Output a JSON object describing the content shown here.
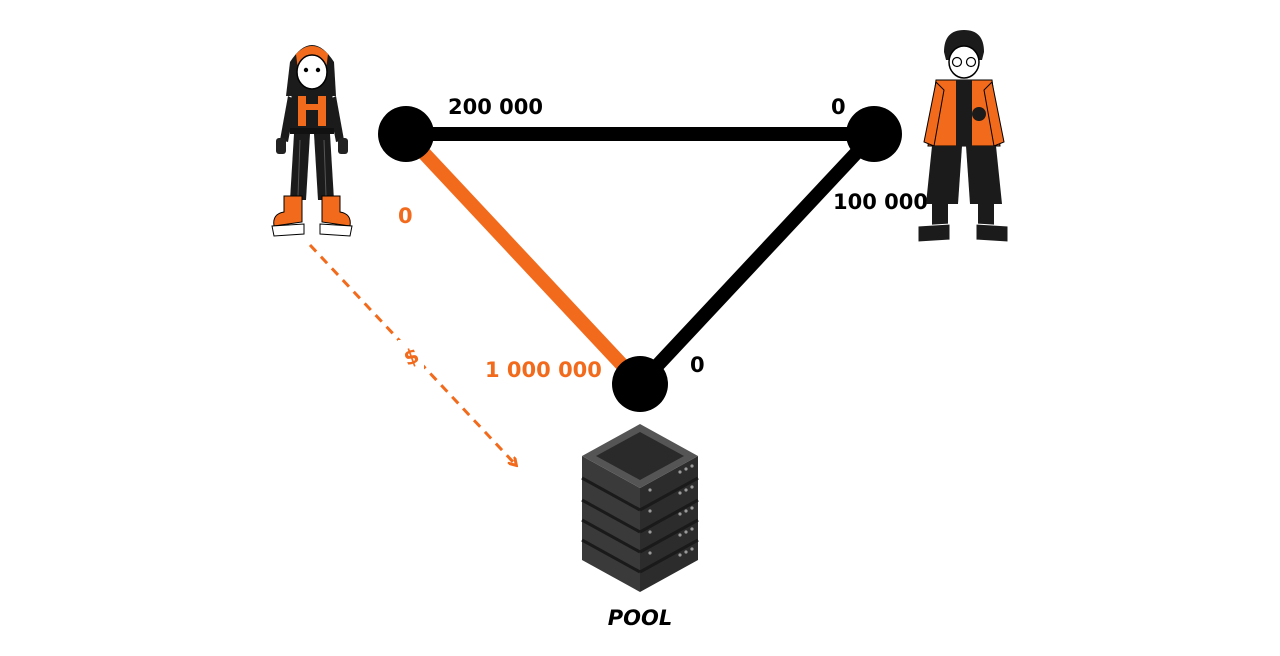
{
  "colors": {
    "accent": "#f26b1d",
    "ink": "#000000",
    "background": "#ffffff",
    "server_dark": "#3a3a3a",
    "server_mid": "#555555"
  },
  "icons": {
    "left_user": "orange-hooded-girl-character",
    "right_user": "orange-jacket-boy-character",
    "pool": "server-stack-icon",
    "payment": "dollar-sign"
  },
  "diagram": {
    "top_channel": {
      "left_balance": "200 000",
      "right_balance": "0"
    },
    "left_channel": {
      "user_balance": "0",
      "pool_balance": "1 000 000"
    },
    "right_channel": {
      "user_balance": "100 000",
      "pool_balance": "0"
    },
    "payment_symbol": "$",
    "pool_label": "POOL"
  }
}
